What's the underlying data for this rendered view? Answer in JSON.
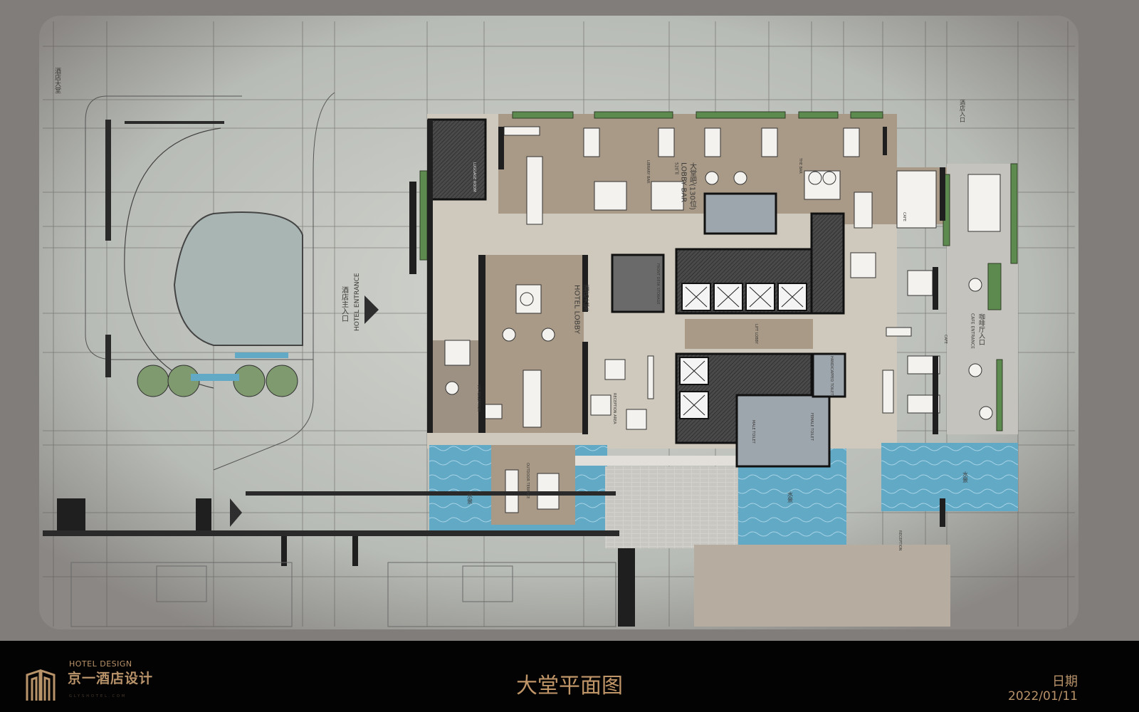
{
  "plan": {
    "labels": {
      "hotel_lobby_top": "酒店大堂",
      "hotel_entrance_cn": "酒店主入口",
      "hotel_entrance_en": "HOTEL ENTRANCE",
      "hotel_lobby_cn": "酒店大堂",
      "hotel_lobby_en": "HOTEL LOBBY",
      "lobby_bar_cn": "大堂吧(130位)",
      "lobby_bar_en": "LOBBY BAR",
      "lobby_bar_area": "520㎡",
      "library_bar": "LIBRARY BAR",
      "the_bar": "THE BAR",
      "cafe": "CAFE",
      "cafe_2": "CAFE",
      "cafe_entrance_cn": "咖啡厅入口",
      "cafe_entrance_en": "CAFE ENTRANCE",
      "hotel_entry_right": "酒店入口",
      "reception_area": "RECEPTION AREA",
      "front_desk_storage": "FRONT DESK STORAGE",
      "lift_lobby": "LIFT LOBBY",
      "vip_reception": "VIP RECEPTION",
      "outdoor_terrace": "OUTDOOR TERRACE",
      "water_1": "水景",
      "water_2": "水景",
      "water_3": "水景",
      "luggage_room": "LUGGAGE ROOM",
      "handicapped_toilet": "HANDICAPPED TOILET",
      "male_toilet": "MALE TOILET",
      "female_toilet": "FEMALE TOILET",
      "reception": "RECEPTION"
    },
    "colors": {
      "floor_beige": "#a99a87",
      "water": "#62a9c6",
      "core_dark": "#3b3b3b",
      "planter": "#5d8a4e",
      "toilet": "#9ea6ad"
    }
  },
  "footer": {
    "brand_en": "HOTEL DESIGN",
    "brand_cn": "京一酒店设计",
    "brand_url": "GLYSHOTEL.COM",
    "title": "大堂平面图",
    "date_label": "日期",
    "date_value": "2022/01/11"
  }
}
